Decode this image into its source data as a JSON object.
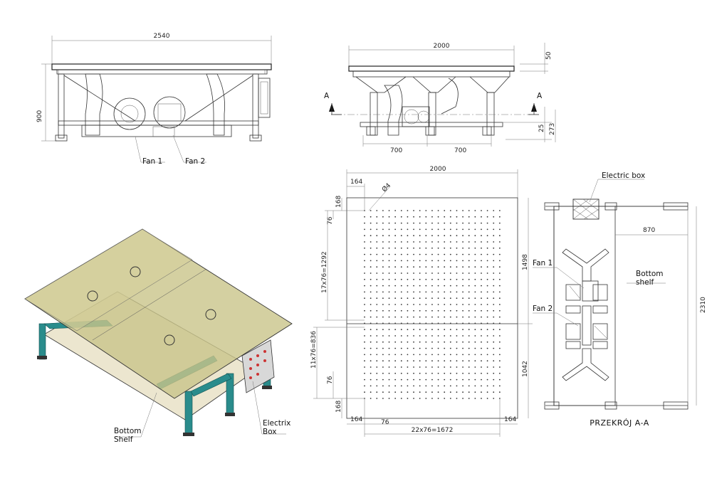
{
  "front_view": {
    "width_dim": "2540",
    "height_dim": "900",
    "fan1_label": "Fan 1",
    "fan2_label": "Fan 2"
  },
  "side_view": {
    "width_dim": "2000",
    "top_dim": "50",
    "fan_spacing_1": "700",
    "fan_spacing_2": "700",
    "dim_25": "25",
    "dim_273": "273",
    "section_mark_left": "A",
    "section_mark_right": "A"
  },
  "iso_view": {
    "bottom_shelf_label": "Bottom\nShelf",
    "electric_box_label": "Electrix\nBox"
  },
  "top_plate": {
    "width_dim": "2000",
    "dim_164_top": "164",
    "dim_168_top": "168",
    "dim_76_top": "76",
    "hole_dia": "Ø4",
    "vert_rows_top": "17x76=1292",
    "vert_rows_bottom": "11x76=836",
    "dim_1498": "1498",
    "dim_1042": "1042",
    "dim_76_bot": "76",
    "dim_168_bot": "168",
    "dim_164_bl": "164",
    "dim_76_bl": "76",
    "dim_164_br": "164",
    "horiz_cols": "22x76=1672"
  },
  "section_view": {
    "electric_box_label": "Electric box",
    "fan1_label": "Fan 1",
    "fan2_label": "Fan 2",
    "bottom_shelf_label": "Bottom\nshelf",
    "dim_870": "870",
    "dim_2310": "2310",
    "section_title": "PRZEKRÓJ A-A"
  },
  "colors": {
    "frame": "#2a8c8c",
    "glass": "#c9c48a",
    "shelf": "#ece6cf",
    "box": "#d8d8d8"
  }
}
